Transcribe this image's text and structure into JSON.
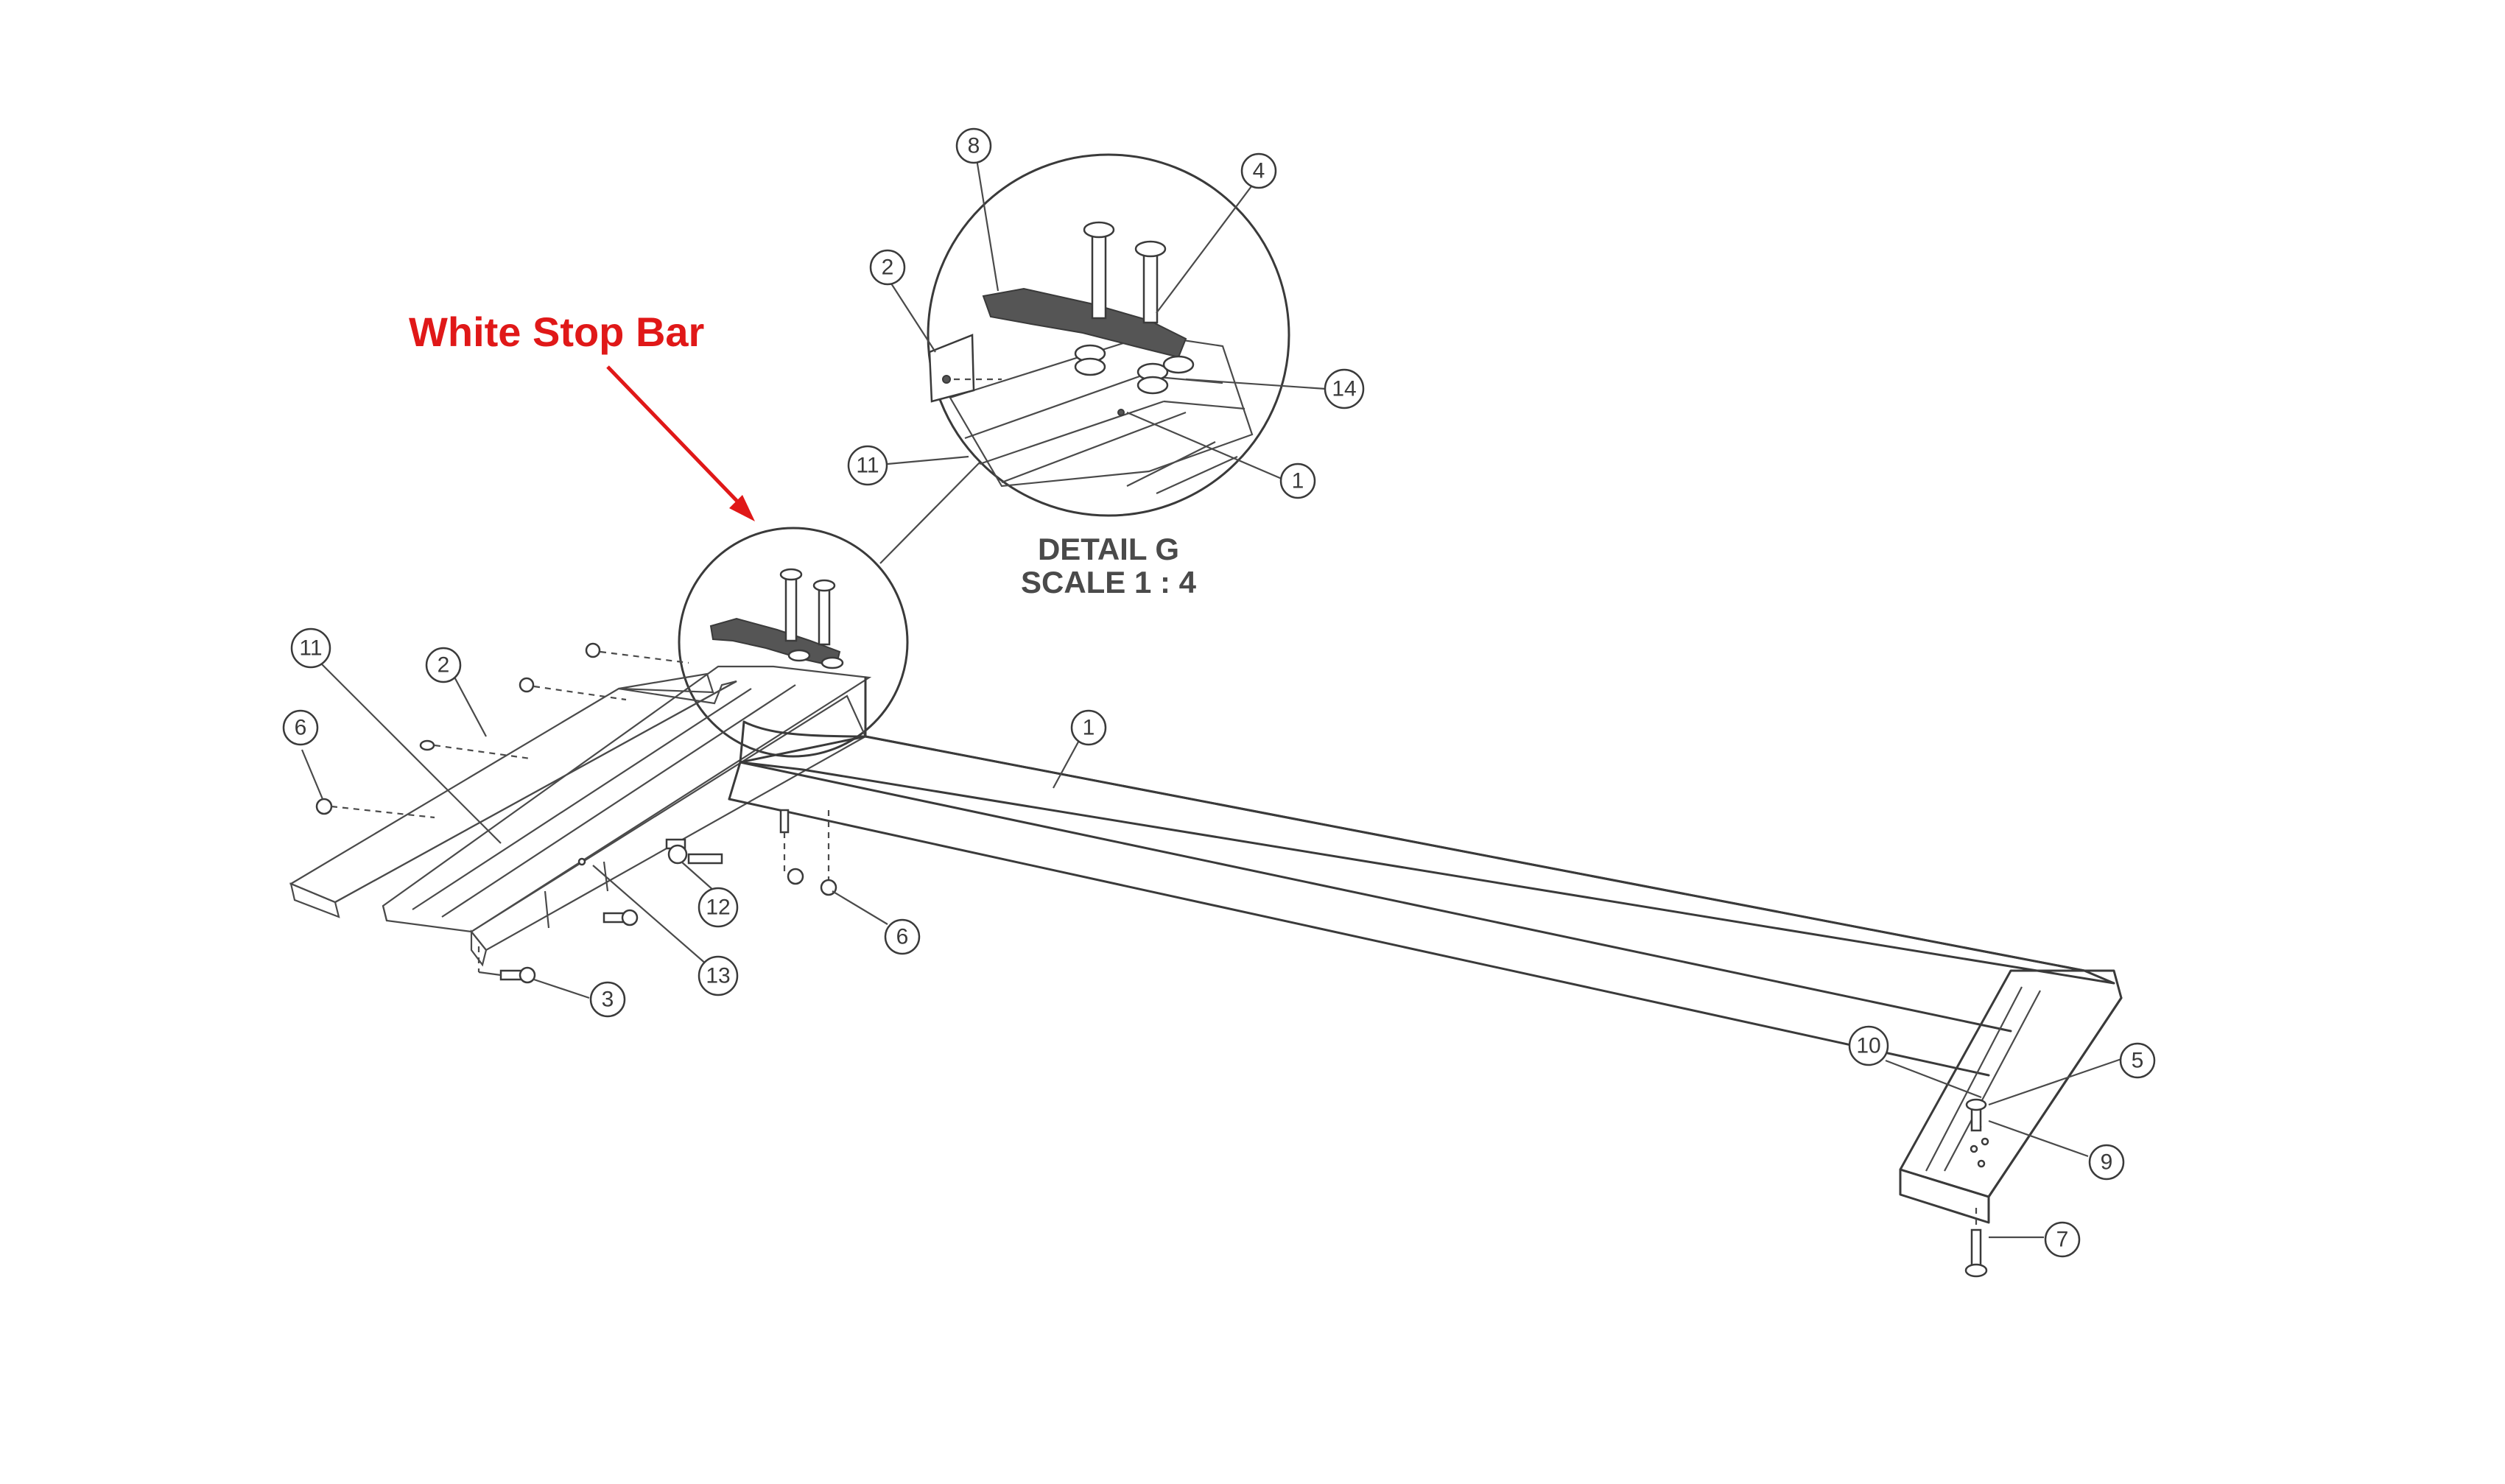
{
  "annotation": {
    "label": "White Stop Bar",
    "color": "#e01818"
  },
  "detail": {
    "title": "DETAIL G",
    "scale": "SCALE 1 : 4"
  },
  "callouts": {
    "c8": "8",
    "c4": "4",
    "c2d": "2",
    "c14": "14",
    "c11d": "11",
    "c1d": "1",
    "c11": "11",
    "c2": "2",
    "c6a": "6",
    "c1": "1",
    "c12": "12",
    "c6b": "6",
    "c13": "13",
    "c3": "3",
    "c10": "10",
    "c5": "5",
    "c9": "9",
    "c7": "7"
  }
}
